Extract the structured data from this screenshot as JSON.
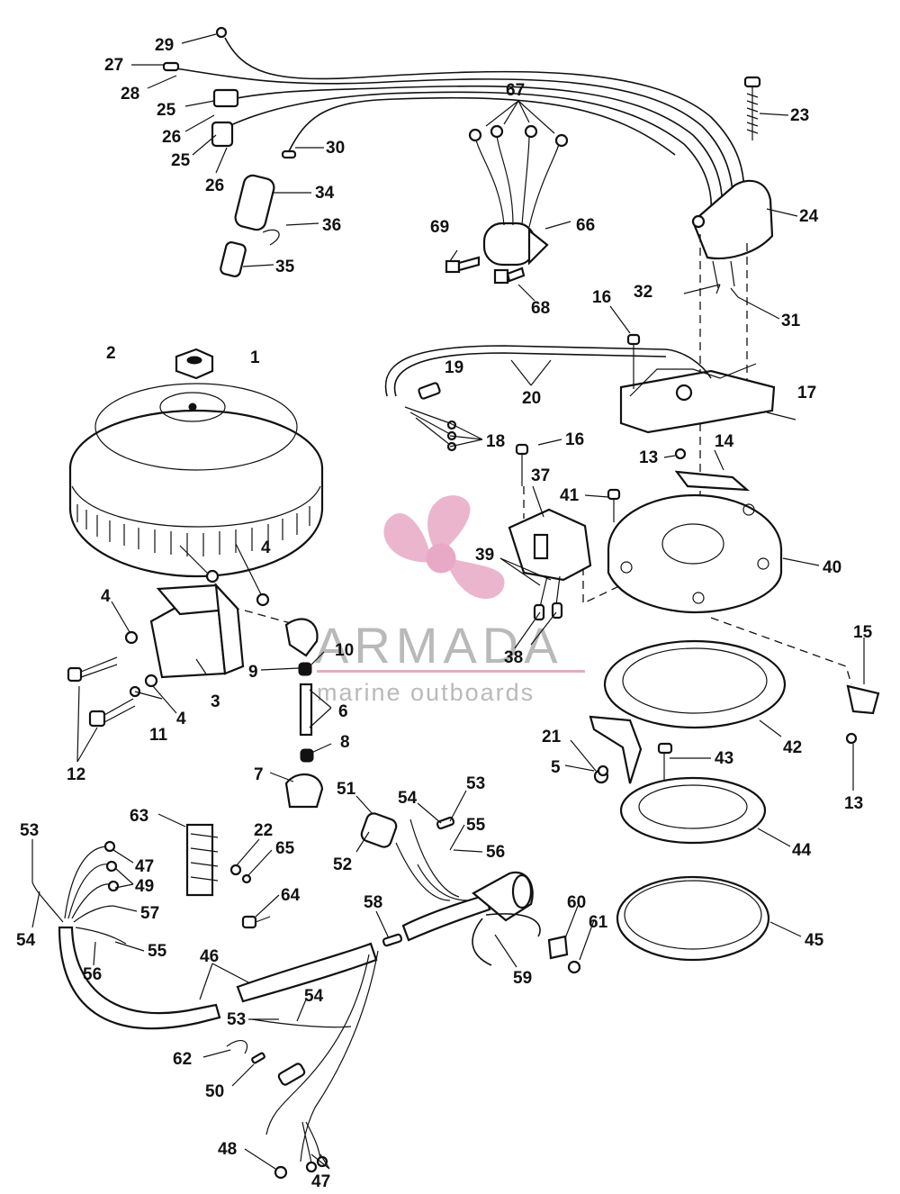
{
  "watermark": {
    "brand": "ARMADA",
    "tagline": "marine outboards",
    "logo_color": "#e8a9c6",
    "text_color": "#b9b9b9"
  },
  "labels": [
    {
      "id": "l1",
      "text": "1"
    },
    {
      "id": "l2",
      "text": "2"
    },
    {
      "id": "l3",
      "text": "3"
    },
    {
      "id": "l4a",
      "text": "4"
    },
    {
      "id": "l4b",
      "text": "4"
    },
    {
      "id": "l4c",
      "text": "4"
    },
    {
      "id": "l5",
      "text": "5"
    },
    {
      "id": "l6",
      "text": "6"
    },
    {
      "id": "l7",
      "text": "7"
    },
    {
      "id": "l8",
      "text": "8"
    },
    {
      "id": "l9",
      "text": "9"
    },
    {
      "id": "l10",
      "text": "10"
    },
    {
      "id": "l11",
      "text": "11"
    },
    {
      "id": "l12",
      "text": "12"
    },
    {
      "id": "l13a",
      "text": "13"
    },
    {
      "id": "l13b",
      "text": "13"
    },
    {
      "id": "l14",
      "text": "14"
    },
    {
      "id": "l15",
      "text": "15"
    },
    {
      "id": "l16a",
      "text": "16"
    },
    {
      "id": "l16b",
      "text": "16"
    },
    {
      "id": "l17",
      "text": "17"
    },
    {
      "id": "l18",
      "text": "18"
    },
    {
      "id": "l19",
      "text": "19"
    },
    {
      "id": "l20",
      "text": "20"
    },
    {
      "id": "l21",
      "text": "21"
    },
    {
      "id": "l22",
      "text": "22"
    },
    {
      "id": "l23",
      "text": "23"
    },
    {
      "id": "l24",
      "text": "24"
    },
    {
      "id": "l25a",
      "text": "25"
    },
    {
      "id": "l25b",
      "text": "25"
    },
    {
      "id": "l26a",
      "text": "26"
    },
    {
      "id": "l26b",
      "text": "26"
    },
    {
      "id": "l27",
      "text": "27"
    },
    {
      "id": "l28",
      "text": "28"
    },
    {
      "id": "l29",
      "text": "29"
    },
    {
      "id": "l30",
      "text": "30"
    },
    {
      "id": "l31",
      "text": "31"
    },
    {
      "id": "l32",
      "text": "32"
    },
    {
      "id": "l34",
      "text": "34"
    },
    {
      "id": "l35",
      "text": "35"
    },
    {
      "id": "l36",
      "text": "36"
    },
    {
      "id": "l37",
      "text": "37"
    },
    {
      "id": "l38",
      "text": "38"
    },
    {
      "id": "l39",
      "text": "39"
    },
    {
      "id": "l40",
      "text": "40"
    },
    {
      "id": "l41",
      "text": "41"
    },
    {
      "id": "l42",
      "text": "42"
    },
    {
      "id": "l43",
      "text": "43"
    },
    {
      "id": "l44",
      "text": "44"
    },
    {
      "id": "l45",
      "text": "45"
    },
    {
      "id": "l46",
      "text": "46"
    },
    {
      "id": "l47a",
      "text": "47"
    },
    {
      "id": "l47b",
      "text": "47"
    },
    {
      "id": "l48",
      "text": "48"
    },
    {
      "id": "l49",
      "text": "49"
    },
    {
      "id": "l50",
      "text": "50"
    },
    {
      "id": "l51",
      "text": "51"
    },
    {
      "id": "l52",
      "text": "52"
    },
    {
      "id": "l53a",
      "text": "53"
    },
    {
      "id": "l53b",
      "text": "53"
    },
    {
      "id": "l53c",
      "text": "53"
    },
    {
      "id": "l54a",
      "text": "54"
    },
    {
      "id": "l54b",
      "text": "54"
    },
    {
      "id": "l54c",
      "text": "54"
    },
    {
      "id": "l55a",
      "text": "55"
    },
    {
      "id": "l55b",
      "text": "55"
    },
    {
      "id": "l56a",
      "text": "56"
    },
    {
      "id": "l56b",
      "text": "56"
    },
    {
      "id": "l57",
      "text": "57"
    },
    {
      "id": "l58",
      "text": "58"
    },
    {
      "id": "l59",
      "text": "59"
    },
    {
      "id": "l60",
      "text": "60"
    },
    {
      "id": "l61",
      "text": "61"
    },
    {
      "id": "l62",
      "text": "62"
    },
    {
      "id": "l63",
      "text": "63"
    },
    {
      "id": "l64",
      "text": "64"
    },
    {
      "id": "l65",
      "text": "65"
    },
    {
      "id": "l66",
      "text": "66"
    },
    {
      "id": "l67",
      "text": "67"
    },
    {
      "id": "l68",
      "text": "68"
    },
    {
      "id": "l69",
      "text": "69"
    }
  ]
}
